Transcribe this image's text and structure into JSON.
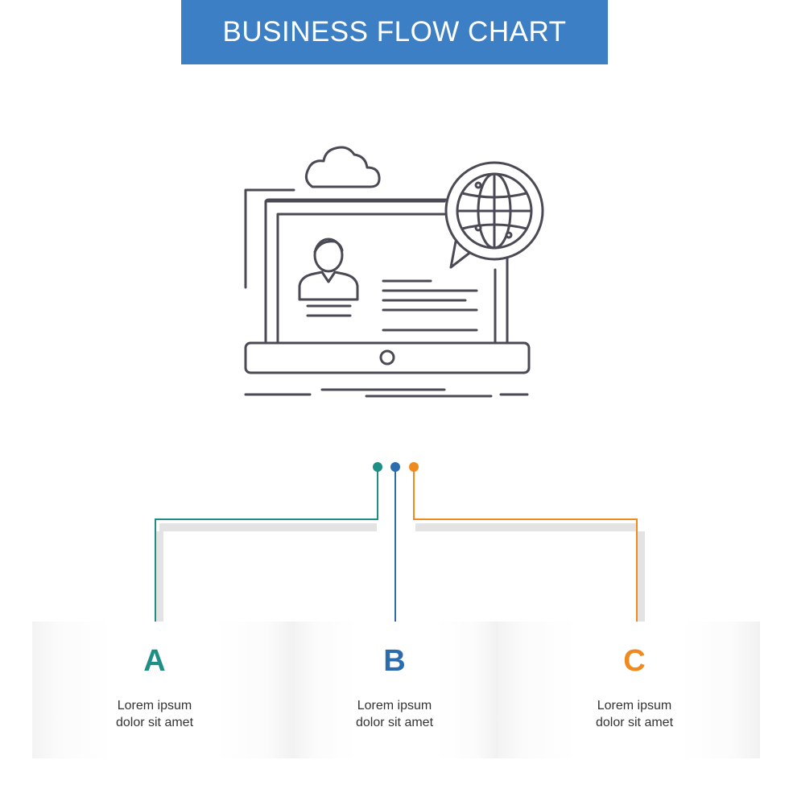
{
  "title": "BUSINESS FLOW CHART",
  "colors": {
    "banner": "#3d7fc4",
    "icon_stroke": "#4a4a55",
    "teal": "#1f8f86",
    "blue": "#2b6cae",
    "orange": "#f08a1e"
  },
  "hero_icon": "laptop-with-profile-cloud-and-globe-icon",
  "steps": [
    {
      "letter": "A",
      "line1": "Lorem ipsum",
      "line2": "dolor sit amet",
      "color": "#1f8f86"
    },
    {
      "letter": "B",
      "line1": "Lorem ipsum",
      "line2": "dolor sit amet",
      "color": "#2b6cae"
    },
    {
      "letter": "C",
      "line1": "Lorem ipsum",
      "line2": "dolor sit amet",
      "color": "#f08a1e"
    }
  ]
}
